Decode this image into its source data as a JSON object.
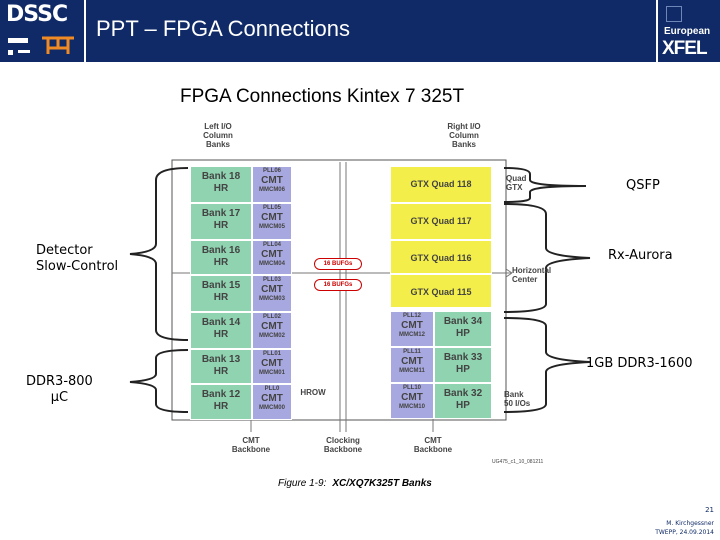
{
  "header": {
    "title": "PPT – FPGA Connections",
    "left_logo_text": "DSSC",
    "right_logo_line1": "European",
    "right_logo_line2": "XFEL"
  },
  "subtitle": "FPGA Connections Kintex 7 325T",
  "annotations": {
    "detector": "Detector\nSlow-Control",
    "ddr_left": "DDR3-800\nµC",
    "qsfp": "QSFP",
    "rx_aurora": "Rx-Aurora",
    "ddr_right": "1GB DDR3-1600"
  },
  "diagram": {
    "left_header": "Left I/O\nColumn\nBanks",
    "right_header": "Right I/O\nColumn\nBanks",
    "left_banks": [
      {
        "name": "Bank 18\nHR",
        "pll": "PLL06",
        "cmt": "CMT",
        "mmcm": "MMCM06"
      },
      {
        "name": "Bank 17\nHR",
        "pll": "PLL05",
        "cmt": "CMT",
        "mmcm": "MMCM05"
      },
      {
        "name": "Bank 16\nHR",
        "pll": "PLL04",
        "cmt": "CMT",
        "mmcm": "MMCM04"
      },
      {
        "name": "Bank 15\nHR",
        "pll": "PLL03",
        "cmt": "CMT",
        "mmcm": "MMCM03"
      },
      {
        "name": "Bank 14\nHR",
        "pll": "PLL02",
        "cmt": "CMT",
        "mmcm": "MMCM02"
      },
      {
        "name": "Bank 13\nHR",
        "pll": "PLL01",
        "cmt": "CMT",
        "mmcm": "MMCM01"
      },
      {
        "name": "Bank 12\nHR",
        "pll": "PLL0",
        "cmt": "CMT",
        "mmcm": "MMCM00"
      }
    ],
    "gtx": [
      "GTX Quad 118",
      "GTX Quad 117",
      "GTX Quad 116",
      "GTX Quad 115"
    ],
    "right_banks": [
      {
        "name": "Bank 34\nHP",
        "pll": "PLL12",
        "cmt": "CMT",
        "mmcm": "MMCM12"
      },
      {
        "name": "Bank 33\nHP",
        "pll": "PLL11",
        "cmt": "CMT",
        "mmcm": "MMCM11"
      },
      {
        "name": "Bank 32\nHP",
        "pll": "PLL10",
        "cmt": "CMT",
        "mmcm": "MMCM10"
      }
    ],
    "bufg1": "16 BUFGs",
    "bufg2": "16 BUFGs",
    "hrow": "HROW",
    "quad_gtx": "Quad\nGTX",
    "horizontal_center": "Horizontal\nCenter",
    "bank_50": "Bank\n50 I/Os",
    "cmt_backbone_left": "CMT\nBackbone",
    "clocking_backbone": "Clocking\nBackbone",
    "cmt_backbone_right": "CMT\nBackbone",
    "ug_code": "UG475_c1_10_081211",
    "figure_label": "Figure 1-9:",
    "figure_title": "XC/XQ7K325T Banks"
  },
  "footer": {
    "page": "21",
    "author": "M. Kirchgessner",
    "event": "TWEPP, 24.09.2014"
  },
  "colors": {
    "header_bg": "#0f2a66",
    "bank_green": "#8fd3b0",
    "cmt_purple": "#a8a8e0",
    "gtx_yellow": "#f4ee4a"
  }
}
